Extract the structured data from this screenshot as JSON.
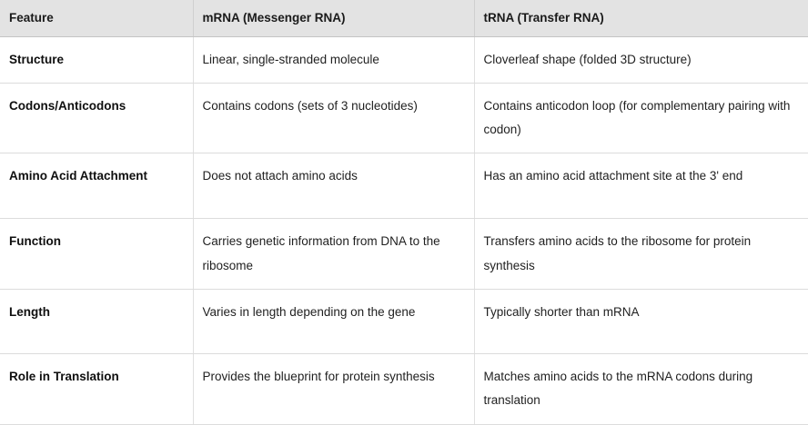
{
  "table": {
    "headers": [
      {
        "label": "Feature",
        "name": "feature"
      },
      {
        "label": "mRNA (Messenger RNA)",
        "name": "mrna"
      },
      {
        "label": "tRNA (Transfer RNA)",
        "name": "trna"
      }
    ],
    "rows": [
      {
        "feature": "Structure",
        "mrna": "Linear, single-stranded molecule",
        "trna": "Cloverleaf shape (folded 3D structure)"
      },
      {
        "feature": "Codons/Anticodons",
        "mrna": "Contains codons (sets of 3 nucleotides)",
        "trna": "Contains anticodon loop (for complementary pairing with codon)"
      },
      {
        "feature": "Amino Acid Attachment",
        "mrna": "Does not attach amino acids",
        "trna": "Has an amino acid attachment site at the 3' end"
      },
      {
        "feature": "Function",
        "mrna": "Carries genetic information from DNA to the ribosome",
        "trna": "Transfers amino acids to the ribosome for protein synthesis"
      },
      {
        "feature": "Length",
        "mrna": "Varies in length depending on the gene",
        "trna": "Typically shorter than mRNA"
      },
      {
        "feature": "Role in Translation",
        "mrna": "Provides the blueprint for protein synthesis",
        "trna": "Matches amino acids to the mRNA codons during translation"
      }
    ]
  },
  "colors": {
    "header_background": "#e3e3e3",
    "header_text": "#1a1a1a",
    "cell_text": "#1f1f1f",
    "border": "#dcdcdc",
    "page_background": "#ffffff"
  }
}
